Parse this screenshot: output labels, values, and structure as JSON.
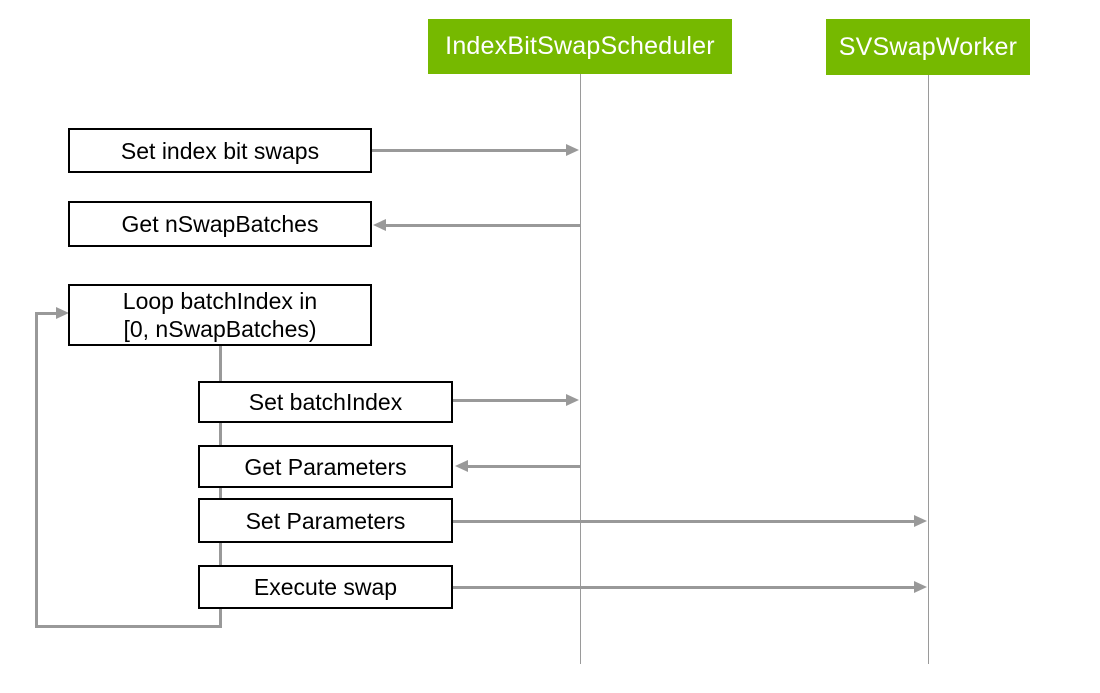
{
  "diagram": {
    "type": "sequence",
    "actors": [
      {
        "label": "IndexBitSwapScheduler"
      },
      {
        "label": "SVSwapWorker"
      }
    ],
    "messages": [
      {
        "label": "Set index bit swaps",
        "from": "caller",
        "to": "IndexBitSwapScheduler",
        "direction": "right"
      },
      {
        "label": "Get nSwapBatches",
        "from": "IndexBitSwapScheduler",
        "to": "caller",
        "direction": "left"
      },
      {
        "label": "Set batchIndex",
        "from": "loop-body",
        "to": "IndexBitSwapScheduler",
        "direction": "right"
      },
      {
        "label": "Get Parameters",
        "from": "IndexBitSwapScheduler",
        "to": "loop-body",
        "direction": "left"
      },
      {
        "label": "Set Parameters",
        "from": "loop-body",
        "to": "SVSwapWorker",
        "direction": "right"
      },
      {
        "label": "Execute swap",
        "from": "loop-body",
        "to": "SVSwapWorker",
        "direction": "right"
      }
    ],
    "loop": {
      "line1": "Loop batchIndex in",
      "line2": "[0, nSwapBatches)"
    }
  },
  "colors": {
    "actor_green": "#76b900",
    "actor_text": "#ffffff",
    "arrow_gray": "#999999",
    "lifeline_gray": "#9a9a9a",
    "box_border": "#000000",
    "box_bg": "#ffffff"
  }
}
